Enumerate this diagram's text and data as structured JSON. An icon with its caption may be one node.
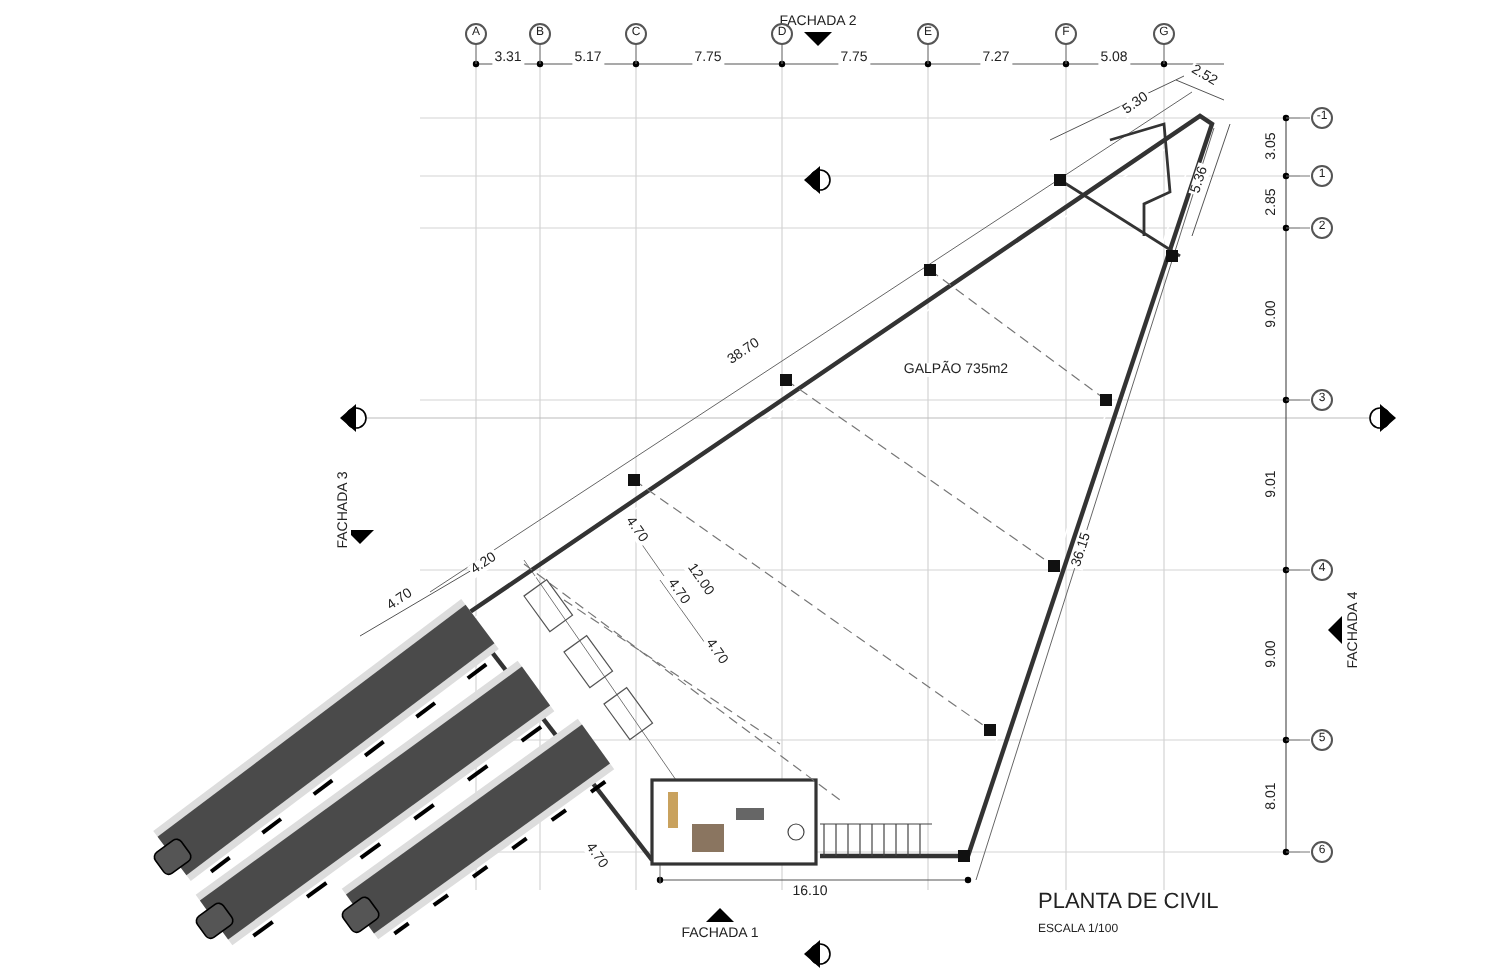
{
  "diagram": {
    "title": "PLANTA DE CIVIL",
    "caption": "ESCALA 1/100",
    "labels": [
      "FACHADA 2",
      "A",
      "B",
      "C",
      "D",
      "E",
      "F",
      "G",
      "3.31",
      "5.17",
      "7.75",
      "7.75",
      "7.27",
      "5.08",
      "2.52",
      "5.30",
      "5.36",
      "-1",
      "1",
      "2",
      "3",
      "4",
      "5",
      "6",
      "3.05",
      "2.85",
      "9.00",
      "9.01",
      "9.00",
      "8.01",
      "38.70",
      "GALPÃO 735m2",
      "36.15",
      "FACHADA 3",
      "FACHADA 4",
      "4.70",
      "4.20",
      "4.70",
      "12.00",
      "4.70",
      "4.70",
      "4.70",
      "16.10",
      "FACHADA 1"
    ]
  }
}
